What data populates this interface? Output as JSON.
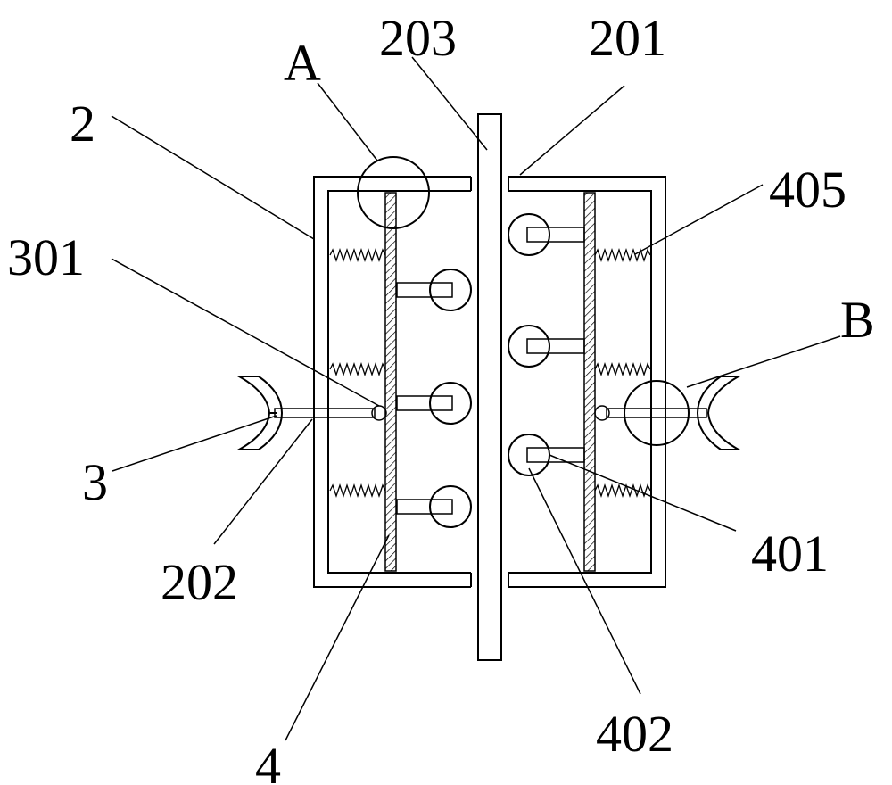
{
  "labels": {
    "a": "A",
    "n203": "203",
    "n201": "201",
    "n2": "2",
    "n405": "405",
    "n301": "301",
    "b": "B",
    "n3": "3",
    "n401": "401",
    "n202": "202",
    "n4": "4",
    "n402": "402"
  }
}
